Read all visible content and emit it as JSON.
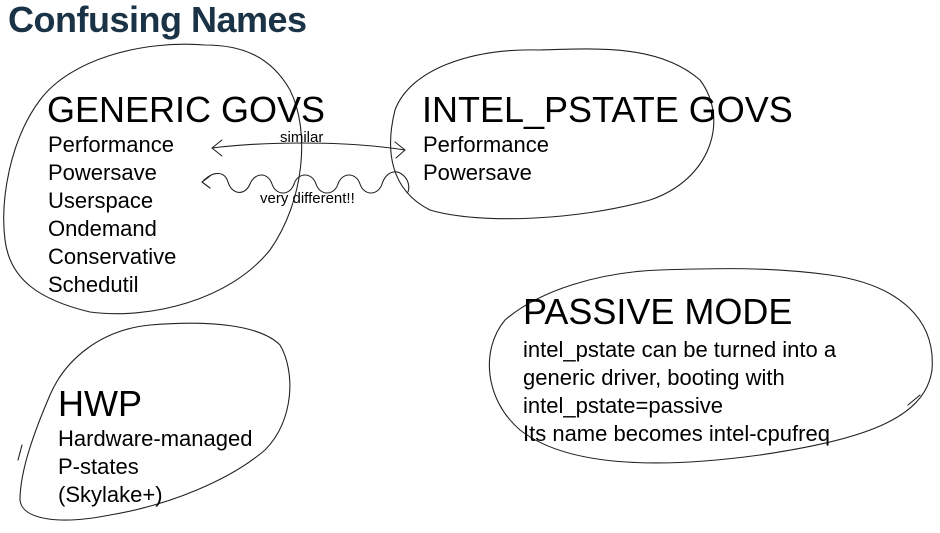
{
  "title": "Confusing Names",
  "generic": {
    "heading": "GENERIC GOVS",
    "items": [
      "Performance",
      "Powersave",
      "Userspace",
      "Ondemand",
      "Conservative",
      "Schedutil"
    ]
  },
  "intel": {
    "heading": "INTEL_PSTATE GOVS",
    "items": [
      "Performance",
      "Powersave"
    ]
  },
  "relations": {
    "similar": "similar",
    "different": "very different!!"
  },
  "hwp": {
    "heading": "HWP",
    "lines": [
      "Hardware-managed",
      "P-states",
      "(Skylake+)"
    ]
  },
  "passive": {
    "heading": "PASSIVE MODE",
    "lines": [
      "intel_pstate can be turned into a",
      "generic driver, booting with",
      "intel_pstate=passive",
      "Its name becomes intel-cpufreq"
    ]
  }
}
